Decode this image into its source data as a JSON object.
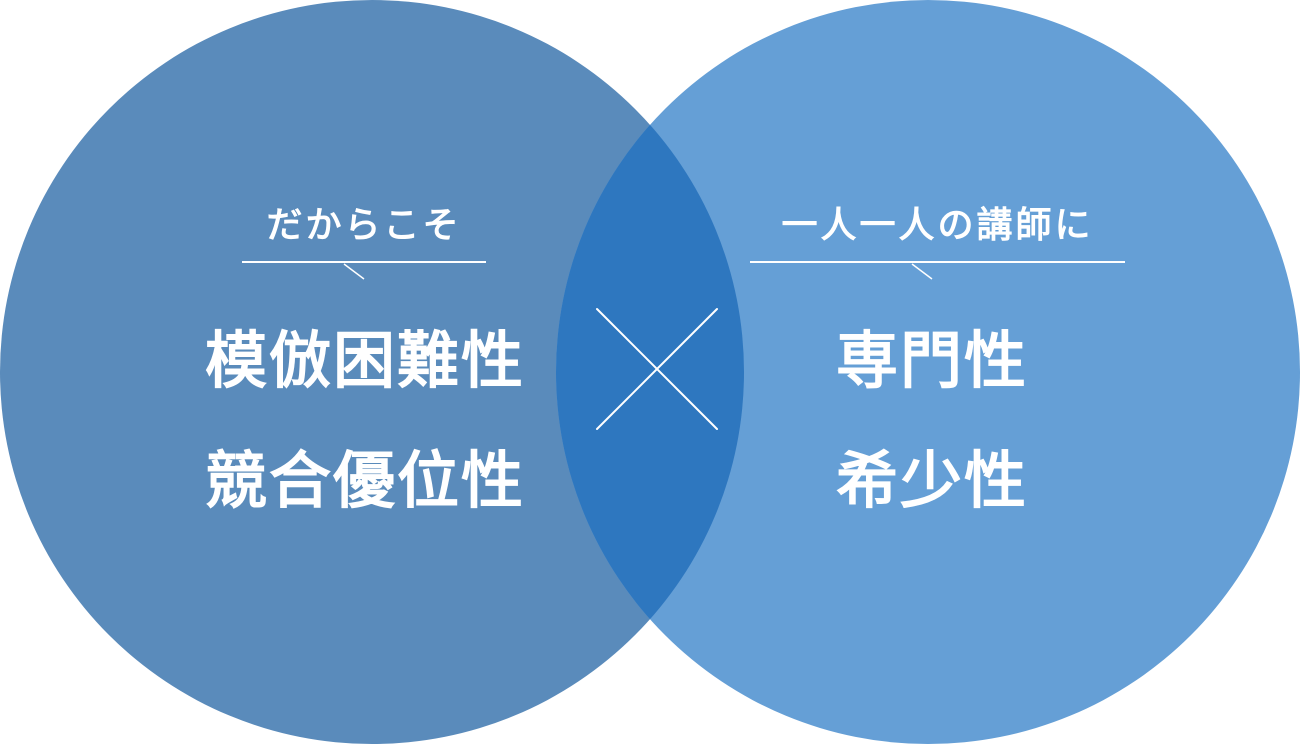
{
  "diagram": {
    "type": "venn",
    "colors": {
      "left_circle": "#5a8bbb",
      "right_circle": "#659fd6",
      "overlap": "#2e77bf",
      "text": "#ffffff"
    },
    "left": {
      "caption": "だからこそ",
      "lines": [
        "模倣困難性",
        "競合優位性"
      ]
    },
    "right": {
      "caption": "一人一人の講師に",
      "lines": [
        "専門性",
        "希少性"
      ]
    },
    "operator": {
      "symbol": "×",
      "icon": "multiply-icon"
    }
  }
}
